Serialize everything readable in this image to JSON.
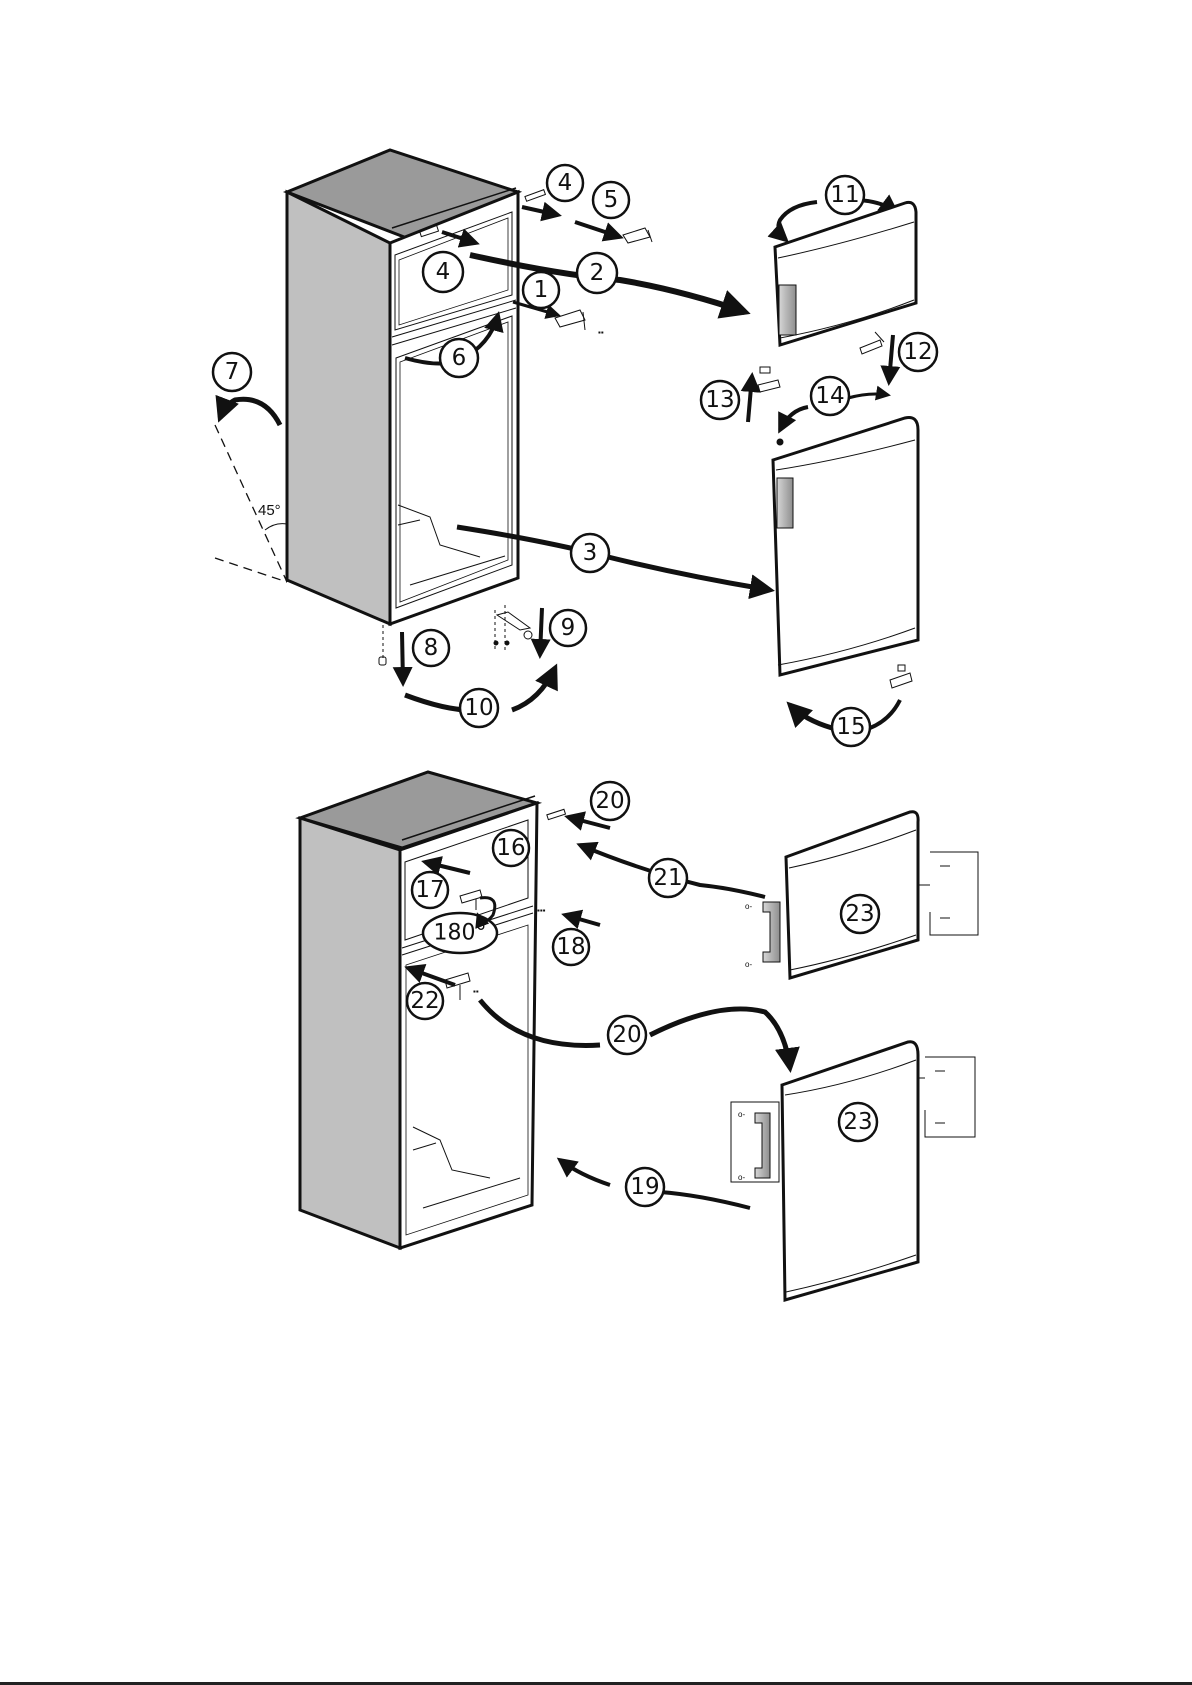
{
  "document": {
    "type": "door reversal instruction diagram",
    "subject": "Top-freezer refrigerator"
  },
  "upper_figure": {
    "steps": [
      {
        "id": "step-1",
        "label": "1"
      },
      {
        "id": "step-2",
        "label": "2"
      },
      {
        "id": "step-3",
        "label": "3"
      },
      {
        "id": "step-4a",
        "label": "4"
      },
      {
        "id": "step-4b",
        "label": "4"
      },
      {
        "id": "step-5",
        "label": "5"
      },
      {
        "id": "step-6",
        "label": "6"
      },
      {
        "id": "step-7",
        "label": "7"
      },
      {
        "id": "step-8",
        "label": "8"
      },
      {
        "id": "step-9",
        "label": "9"
      },
      {
        "id": "step-10",
        "label": "10"
      },
      {
        "id": "step-11",
        "label": "11"
      },
      {
        "id": "step-12",
        "label": "12"
      },
      {
        "id": "step-13",
        "label": "13"
      },
      {
        "id": "step-14",
        "label": "14"
      },
      {
        "id": "step-15",
        "label": "15"
      }
    ],
    "tilt_angle_label": "45°"
  },
  "lower_figure": {
    "steps": [
      {
        "id": "step-16",
        "label": "16"
      },
      {
        "id": "step-17",
        "label": "17"
      },
      {
        "id": "step-18",
        "label": "18"
      },
      {
        "id": "step-19",
        "label": "19"
      },
      {
        "id": "step-20a",
        "label": "20"
      },
      {
        "id": "step-20b",
        "label": "20"
      },
      {
        "id": "step-21",
        "label": "21"
      },
      {
        "id": "step-22",
        "label": "22"
      },
      {
        "id": "step-23a",
        "label": "23"
      },
      {
        "id": "step-23b",
        "label": "23"
      }
    ],
    "rotation_label": "180°"
  },
  "colors": {
    "cabinet_side": "#c0c0c0",
    "cabinet_top": "#9a9a9a",
    "handle": "#a8a8a8",
    "line": "#111111"
  }
}
